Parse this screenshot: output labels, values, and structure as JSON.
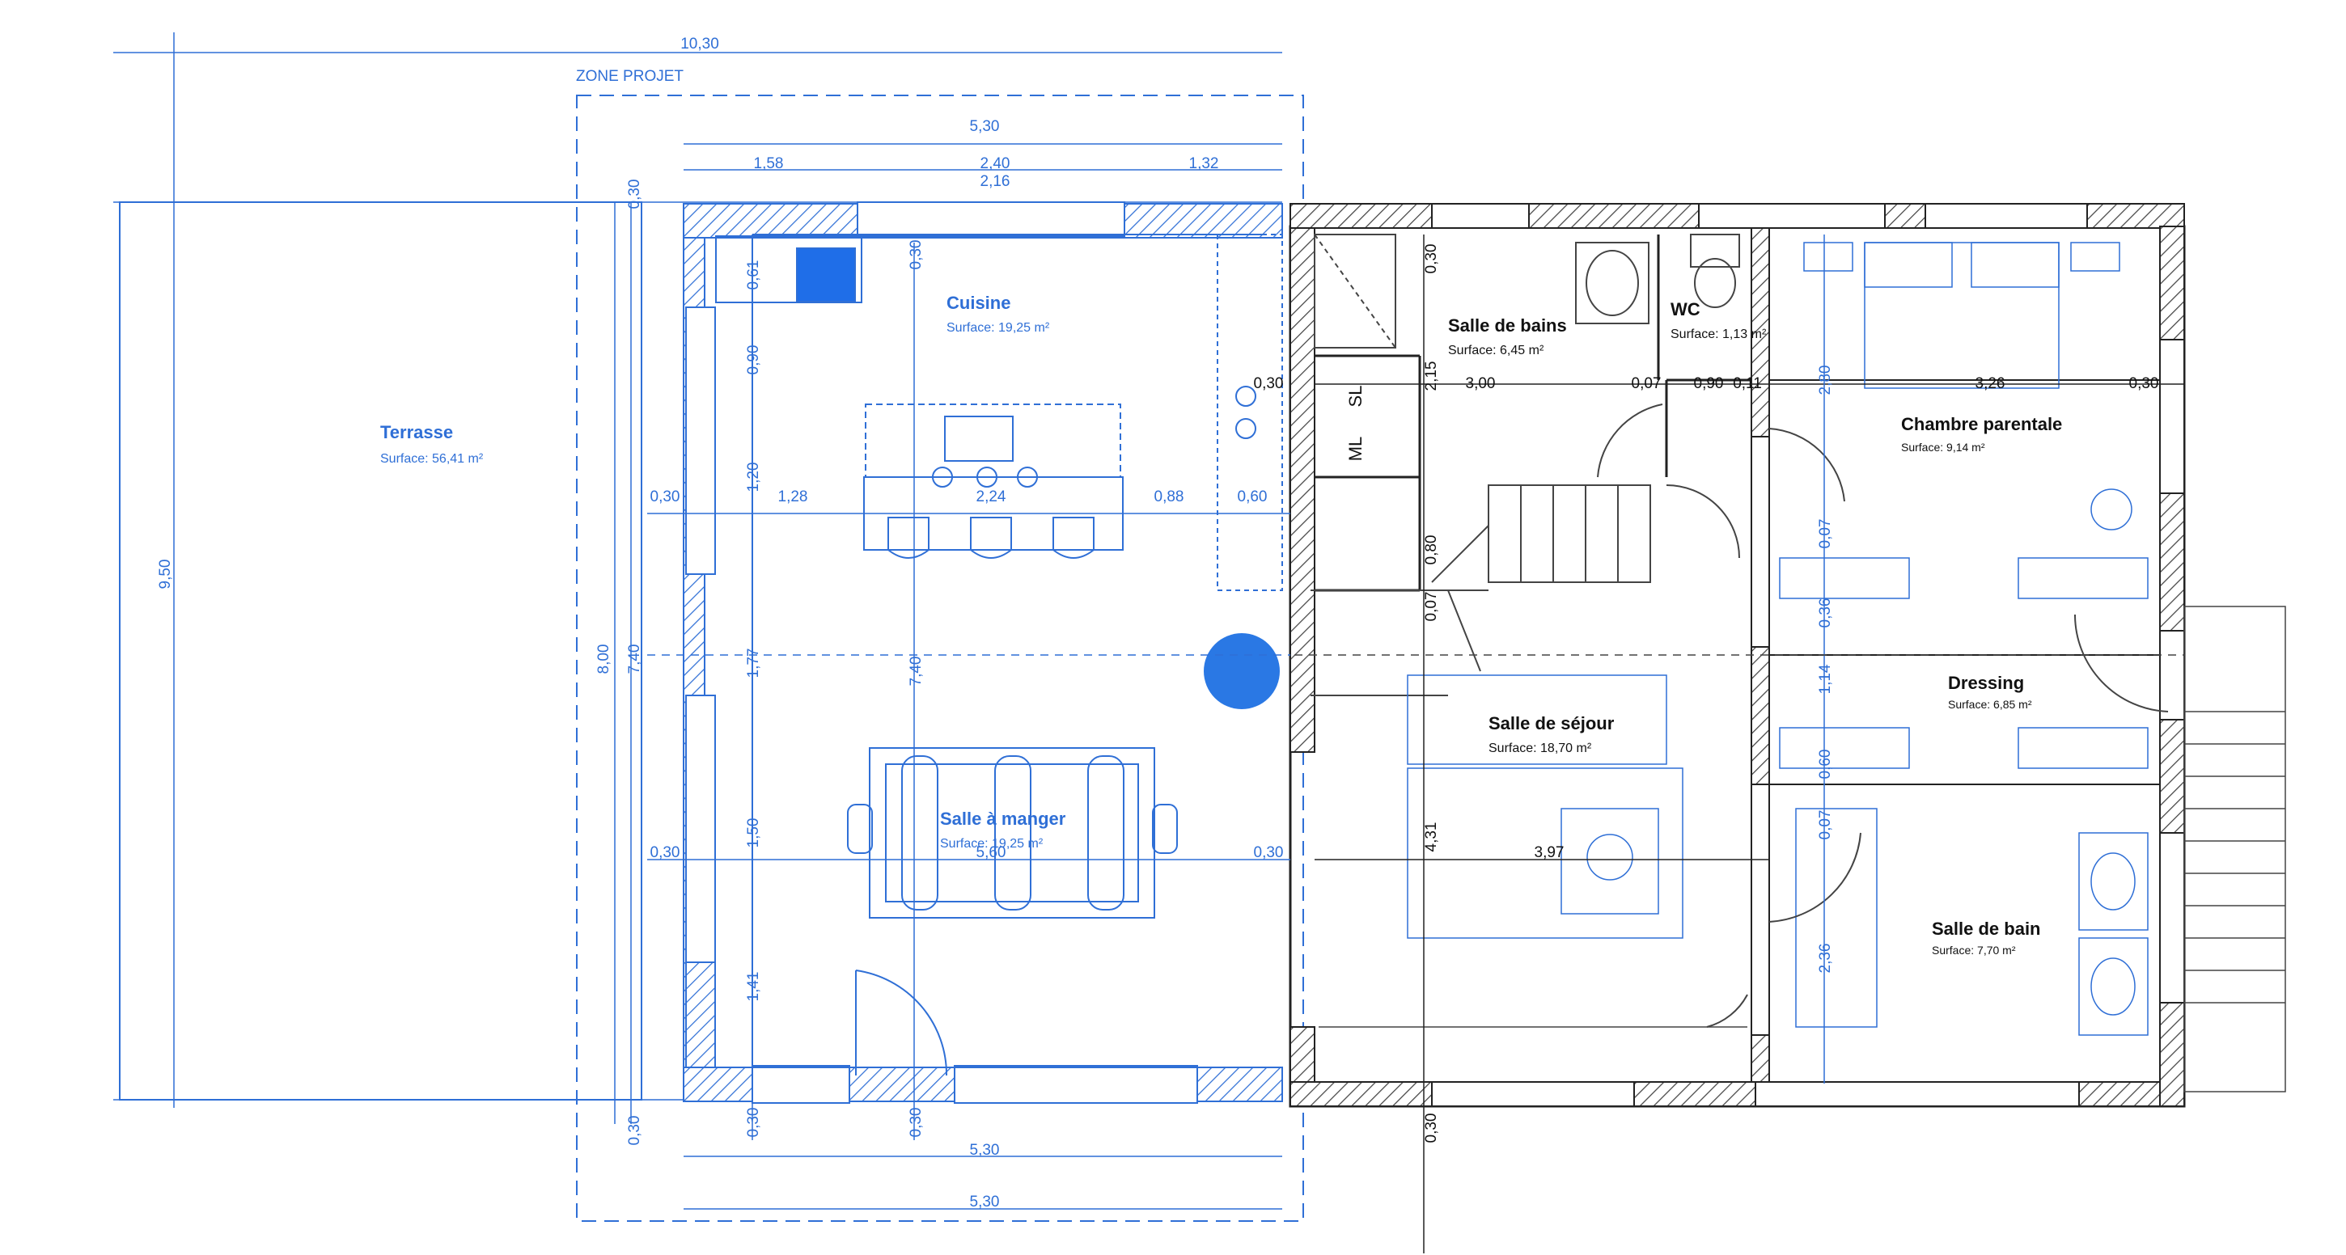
{
  "colors": {
    "blue": "#2f6fd6",
    "blue_light": "#9bb9ea",
    "wall": "#222222",
    "hatch": "#555555",
    "marker": "#2a78e4",
    "appliance": "#1f6ee8"
  },
  "zone": {
    "label": "ZONE PROJET"
  },
  "dims": {
    "top_total": "10,30",
    "top_530": "5,30",
    "seg_158": "1,58",
    "seg_240": "2,40",
    "seg_132": "1,32",
    "seg_216": "2,16",
    "left_950": "9,50",
    "left_800": "8,00",
    "left_740": "7,40",
    "left_030_top": "0,30",
    "left_030_bot": "0,30",
    "bot_530_a": "5,30",
    "bot_530_b": "5,30",
    "k_061": "0,61",
    "k_090": "0,90",
    "k_120": "1,20",
    "k_177": "1,77",
    "k_150": "1,50",
    "k_141": "1,41",
    "k_030_top": "0,30",
    "k_030_bot_a": "0,30",
    "k_030_bot_b": "0,30",
    "k_740_mid": "7,40",
    "row1_030_l": "0,30",
    "row1_128": "1,28",
    "row1_224": "2,24",
    "row1_088": "0,88",
    "row1_060": "0,60",
    "row2_030_l": "0,30",
    "row2_560": "5,60",
    "row2_030_r": "0,30",
    "r_030_top": "0,30",
    "r_030_mid": "0,30",
    "r_030_bot": "0,30",
    "r_215": "2,15",
    "r_300": "3,00",
    "r_007": "0,07",
    "r_090": "0,90",
    "r_011": "0,11",
    "r_280": "2,80",
    "r_326": "3,26",
    "r_030_end": "0,30",
    "r_080": "0,80",
    "r_007b": "0,07",
    "r_007c": "0,07",
    "r_036": "0,36",
    "r_114": "1,14",
    "r_060": "0,60",
    "r_007d": "0,07",
    "r_236": "2,36",
    "r_431": "4,31",
    "r_397": "3,97"
  },
  "rooms": {
    "terrasse": {
      "name": "Terrasse",
      "surface": "Surface: 56,41 m²"
    },
    "cuisine": {
      "name": "Cuisine",
      "surface": "Surface: 19,25 m²"
    },
    "salle_a_manger": {
      "name": "Salle à manger",
      "surface": "Surface: 19,25 m²"
    },
    "salle_de_bains": {
      "name": "Salle de bains",
      "surface": "Surface: 6,45 m²"
    },
    "wc": {
      "name": "WC",
      "surface": "Surface: 1,13 m²"
    },
    "chambre": {
      "name": "Chambre parentale",
      "surface": "Surface: 9,14 m²"
    },
    "dressing": {
      "name": "Dressing",
      "surface": "Surface: 6,85 m²"
    },
    "sejour": {
      "name": "Salle de séjour",
      "surface": "Surface: 18,70 m²"
    },
    "salle_de_bain": {
      "name": "Salle de bain",
      "surface": "Surface: 7,70 m²"
    }
  },
  "closets": {
    "sl": "SL",
    "ml": "ML"
  }
}
